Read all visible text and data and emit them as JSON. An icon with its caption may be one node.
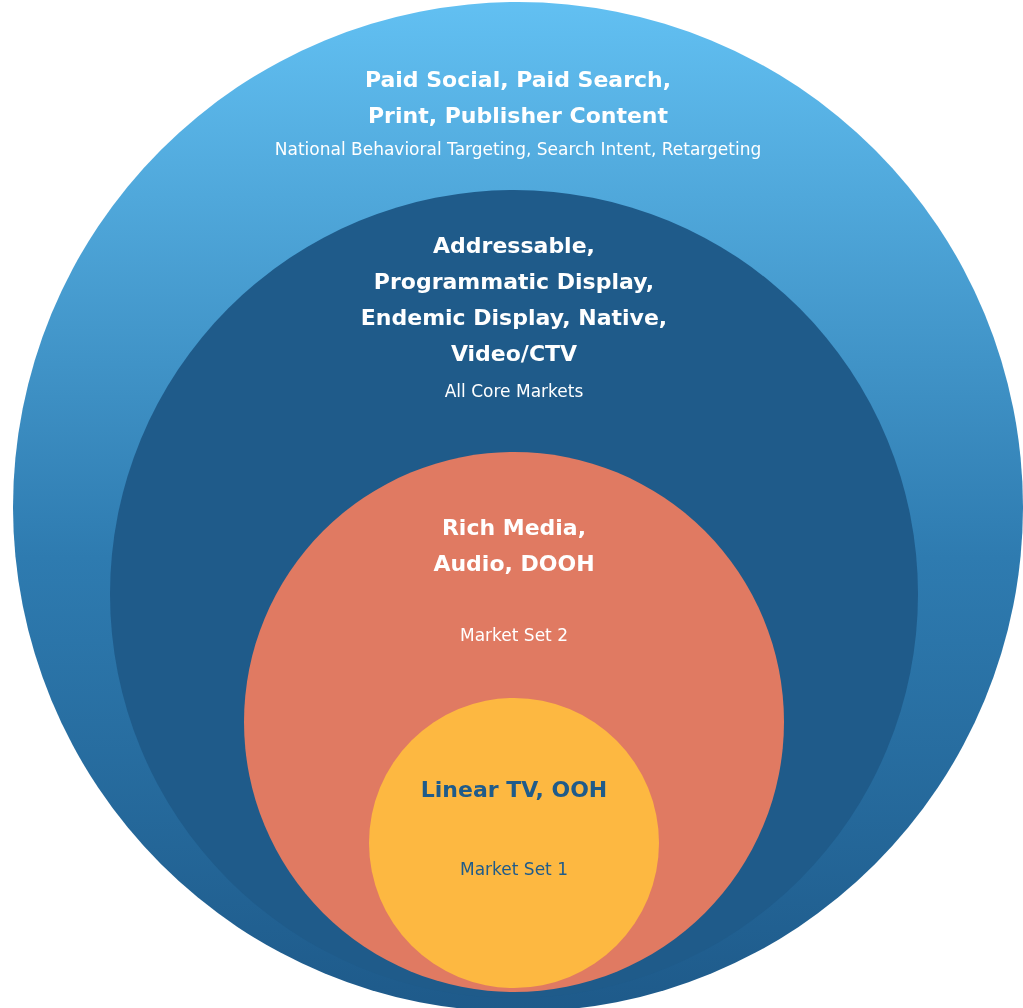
{
  "diagram": {
    "nodes": [
      {
        "text": [
          "Paid Social, Paid Search, Print, Publisher Content",
          "National Behavioral Targeting, Search Intent, Retargeting"
        ]
      },
      {
        "text": [
          "Addressable, Programmatic Display, Endemic Display, Native, Video/CTV",
          "All Core Markets"
        ],
        "in": 0
      },
      {
        "text": [
          "Rich Media, Audio, DOOH",
          "Market Set 2"
        ],
        "in": 1
      },
      {
        "text": [
          "Linear TV, OOH",
          "Market Set 1"
        ],
        "in": 2
      }
    ]
  }
}
